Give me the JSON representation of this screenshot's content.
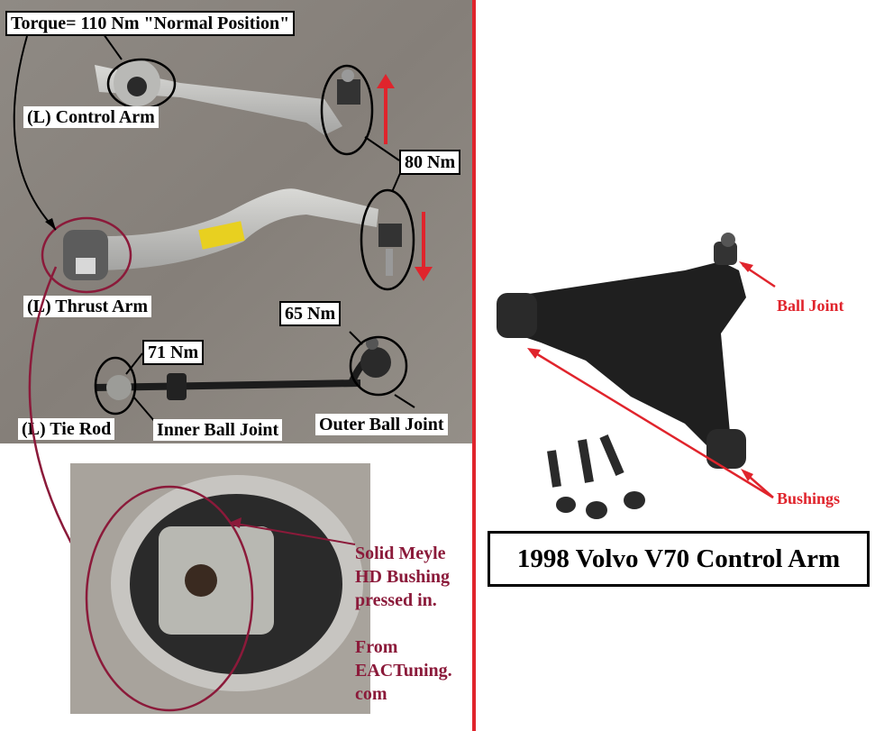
{
  "labels": {
    "torque_normal": "Torque= 110 Nm \"Normal Position\"",
    "control_arm": "(L) Control Arm",
    "torque_80": "80 Nm",
    "thrust_arm": "(L) Thrust Arm",
    "torque_65": "65 Nm",
    "torque_71": "71 Nm",
    "tie_rod": "(L) Tie Rod",
    "inner_ball_joint": "Inner Ball Joint",
    "outer_ball_joint": "Outer Ball Joint"
  },
  "bushing_note": {
    "line1": "Solid Meyle",
    "line2": "HD Bushing",
    "line3": "pressed in.",
    "line4": "From",
    "line5": "EACTuning.",
    "line6": "com"
  },
  "volvo": {
    "ball_joint": "Ball Joint",
    "bushings": "Bushings",
    "title": "1998 Volvo V70 Control Arm"
  },
  "colors": {
    "divider_red": "#e0242c",
    "annotation_maroon": "#8b1a3a",
    "arrow_red": "#e0242c"
  }
}
